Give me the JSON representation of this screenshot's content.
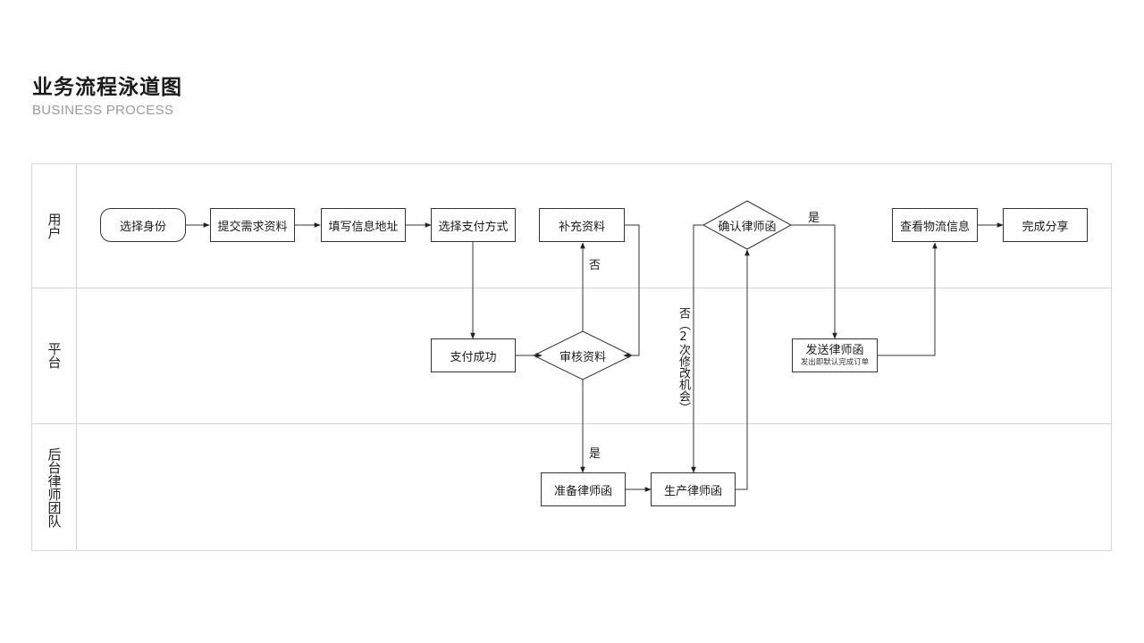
{
  "header": {
    "title": "业务流程泳道图",
    "subtitle": "BUSINESS PROCESS"
  },
  "lanes": [
    {
      "label": "用户"
    },
    {
      "label": "平台"
    },
    {
      "label": "后台律师团队"
    }
  ],
  "nodes": {
    "select_identity": "选择身份",
    "submit_requirements": "提交需求资料",
    "fill_info": "填写信息地址",
    "select_payment": "选择支付方式",
    "supplement_info": "补充资料",
    "confirm_letter": "确认律师函",
    "check_logistics": "查看物流信息",
    "complete_share": "完成分享",
    "pay_success": "支付成功",
    "review_info": "审核资料",
    "send_letter": "发送律师函",
    "send_letter_note": "发出即默认完成订单",
    "prepare_letter": "准备律师函",
    "produce_letter": "生产律师函"
  },
  "edge_labels": {
    "review_no": "否",
    "review_yes": "是",
    "confirm_yes": "是",
    "confirm_no": "否（2次修改机会）"
  }
}
